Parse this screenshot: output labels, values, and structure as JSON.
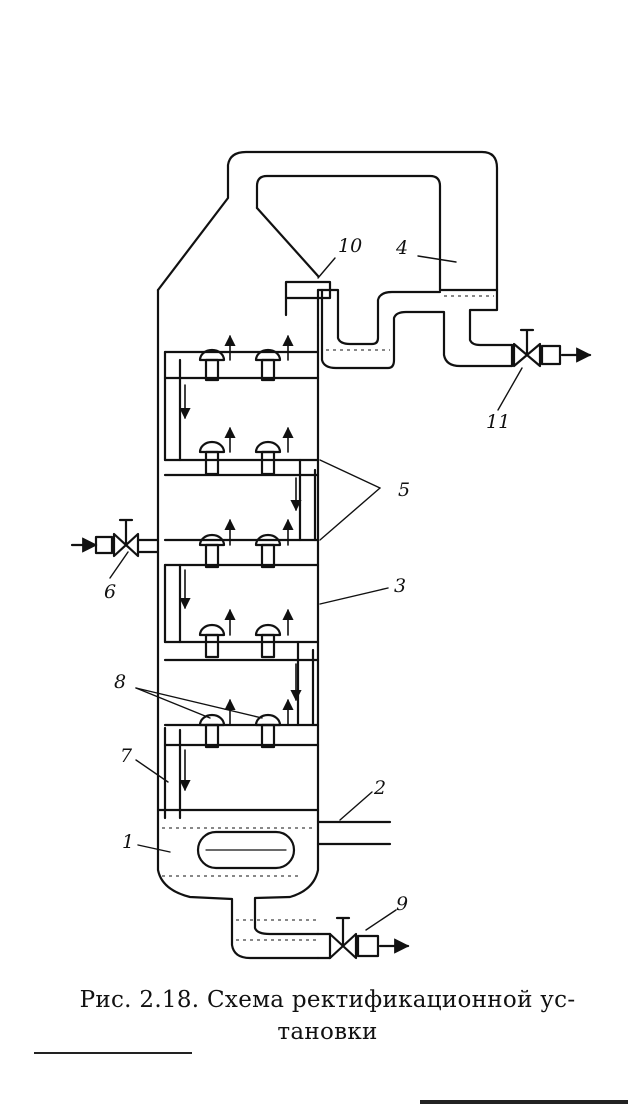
{
  "caption": {
    "line1": "Рис. 2.18. Схема ректификационной ус-",
    "line2": "тановки"
  },
  "labels": {
    "n1": "1",
    "n2": "2",
    "n3": "3",
    "n4": "4",
    "n5": "5",
    "n6": "6",
    "n7": "7",
    "n8": "8",
    "n9": "9",
    "n10": "10",
    "n11": "11"
  },
  "colors": {
    "ink": "#111111",
    "paper": "#ffffff"
  }
}
